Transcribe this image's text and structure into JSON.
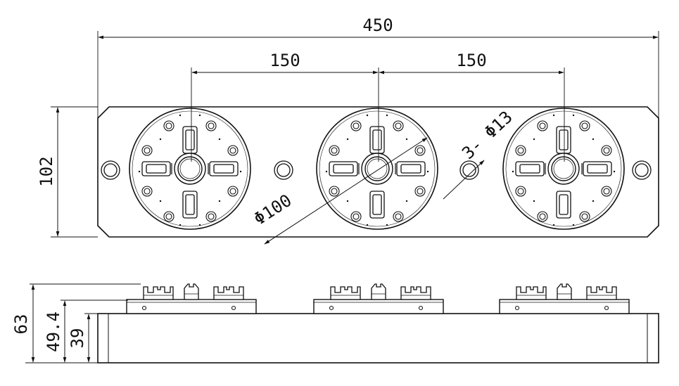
{
  "dimensions": {
    "overall_length": "450",
    "spacing_left": "150",
    "spacing_right": "150",
    "plate_height": "102",
    "chuck_diameter": "Φ100",
    "hole_spec": "3- Φ13",
    "total_height": "63",
    "mid_height": "49.4",
    "base_height": "39"
  },
  "chucks": [
    {
      "id": "left"
    },
    {
      "id": "middle"
    },
    {
      "id": "right"
    }
  ],
  "colors": {
    "line": "#111111",
    "fill": "#ffffff"
  }
}
